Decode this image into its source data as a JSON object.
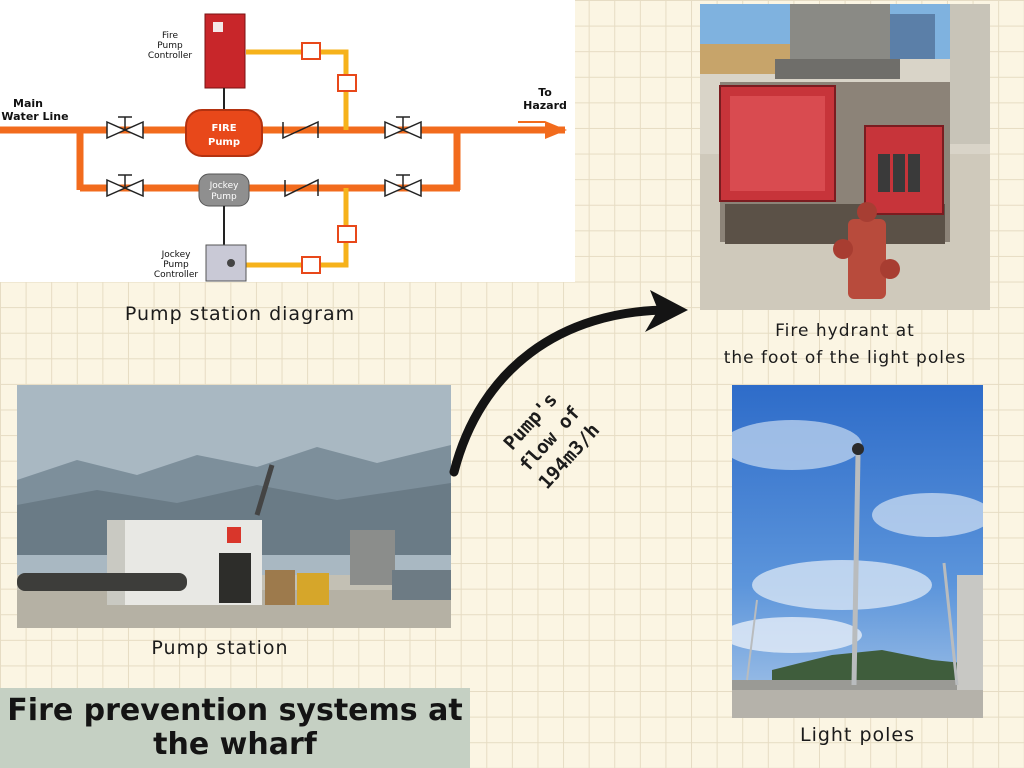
{
  "diagram": {
    "caption": "Pump station diagram",
    "main_water_line_1": "Main",
    "main_water_line_2": "Water Line",
    "to_hazard_1": "To",
    "to_hazard_2": "Hazard",
    "fire_pump_controller_1": "Fire",
    "fire_pump_controller_2": "Pump",
    "fire_pump_controller_3": "Controller",
    "fire_pump_1": "FIRE",
    "fire_pump_2": "Pump",
    "jockey_pump_1": "Jockey",
    "jockey_pump_2": "Pump",
    "jockey_controller_1": "Jockey",
    "jockey_controller_2": "Pump",
    "jockey_controller_3": "Controller"
  },
  "captions": {
    "hydrant_1": "Fire hydrant at",
    "hydrant_2": "the foot of the light poles",
    "pump_station": "Pump station",
    "light_poles": "Light poles"
  },
  "arrow": {
    "line1": "Pump's",
    "line2": "flow of",
    "line3": "194m3/h"
  },
  "title": {
    "line1": "Fire prevention systems at",
    "line2": "the wharf"
  },
  "colors": {
    "background": "#fbf5e3",
    "pipe_orange": "#f26b1d",
    "pipe_yellow": "#f6b21b",
    "fire_pump": "#e8481a",
    "title_box": "#c5d0c3"
  }
}
